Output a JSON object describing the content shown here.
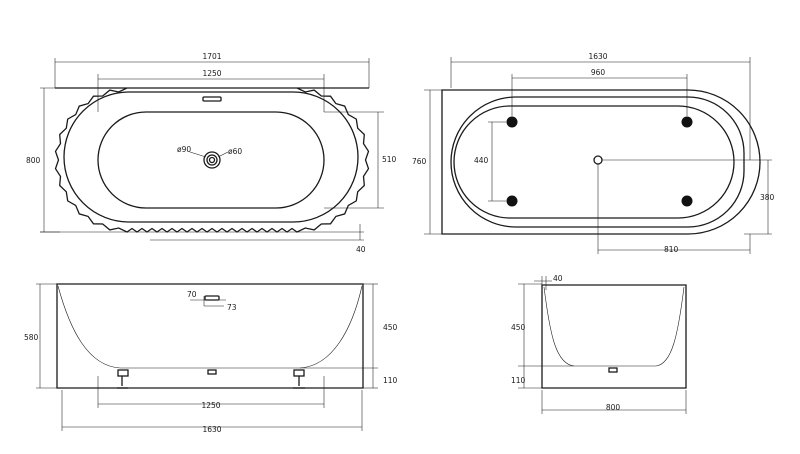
{
  "top_view_a": {
    "width_overall": "1701",
    "width_inner": "1250",
    "height_overall": "800",
    "inner_height": "510",
    "overflow_diameter": "ø90",
    "drain_diameter": "ø60",
    "offset": "40"
  },
  "top_view_b": {
    "width_overall": "1630",
    "width_feet": "960",
    "height_overall": "760",
    "feet_spacing": "440",
    "drain_offset_y": "380",
    "drain_offset_x": "810"
  },
  "side_view": {
    "overflow_height": "70",
    "overflow_depth": "73",
    "height_overall": "580",
    "inner_depth": "450",
    "foot_height": "110",
    "feet_span": "1250",
    "length_overall": "1630"
  },
  "end_view": {
    "rim_thickness": "40",
    "inner_depth": "450",
    "foot_height": "110",
    "width_overall": "800"
  }
}
